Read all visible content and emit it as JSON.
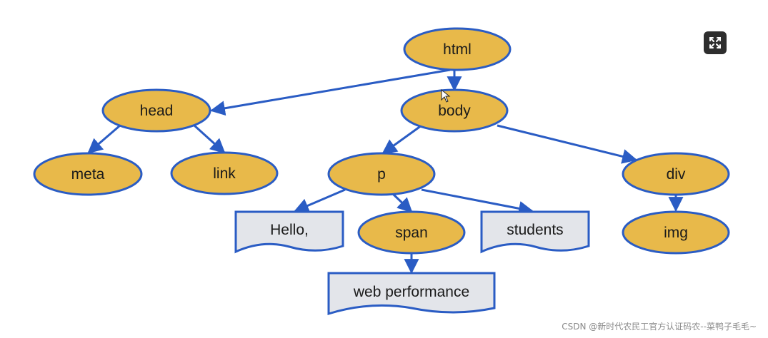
{
  "diagram": {
    "nodes": {
      "html": "html",
      "head": "head",
      "body": "body",
      "meta": "meta",
      "link": "link",
      "p": "p",
      "div": "div",
      "hello": "Hello,",
      "span": "span",
      "students": "students",
      "img": "img",
      "web_performance": "web performance"
    }
  },
  "colors": {
    "element_fill": "#e8b94a",
    "text_fill": "#e3e5ea",
    "stroke": "#2a5cc4"
  },
  "watermark": "CSDN @新时代农民工官方认证码农--菜鸭子毛毛~"
}
